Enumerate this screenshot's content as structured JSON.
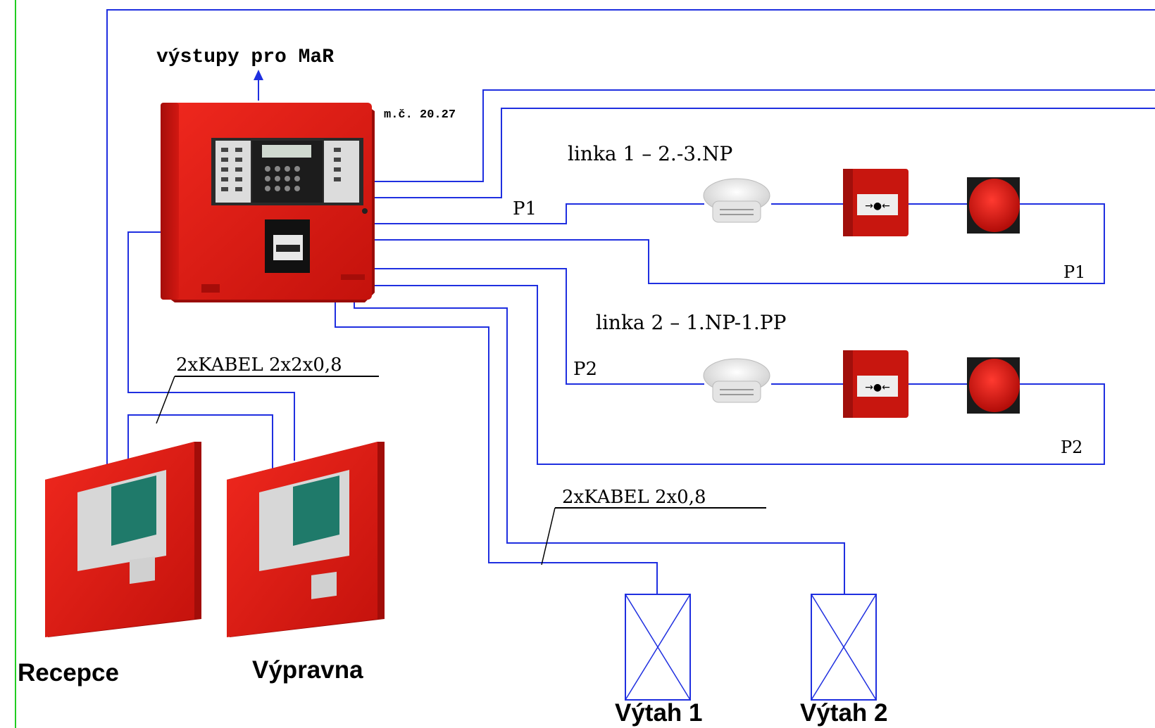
{
  "colors": {
    "wire": "#1f2fe0",
    "panel_red": "#e01a14",
    "panel_dark_red": "#b5120e",
    "left_border": "#22cc22",
    "display_green": "#1f7a6a"
  },
  "labels": {
    "outputs_mar": "výstupy pro MaR",
    "room_number": "m.č. 20.27",
    "line1": "linka 1 – 2.-3.NP",
    "line2": "linka 2 – 1.NP-1.PP",
    "p1_left": "P1",
    "p1_right": "P1",
    "p2_left": "P2",
    "p2_right": "P2",
    "cable_panels": "2xKABEL 2x2x0,8",
    "cable_lifts": "2xKABEL 2x0,8",
    "recepce": "Recepce",
    "vypravna": "Výpravna",
    "vytah1": "Výtah 1",
    "vytah2": "Výtah 2"
  },
  "icons": {
    "control_panel": "fire-alarm-control-panel-icon",
    "repeater_panel": "fire-alarm-repeater-panel-icon",
    "smoke_detector": "smoke-detector-icon",
    "manual_call_point": "manual-call-point-icon",
    "sounder": "alarm-sounder-icon",
    "elevator": "elevator-box-icon",
    "arrow_up": "arrow-up-icon"
  }
}
